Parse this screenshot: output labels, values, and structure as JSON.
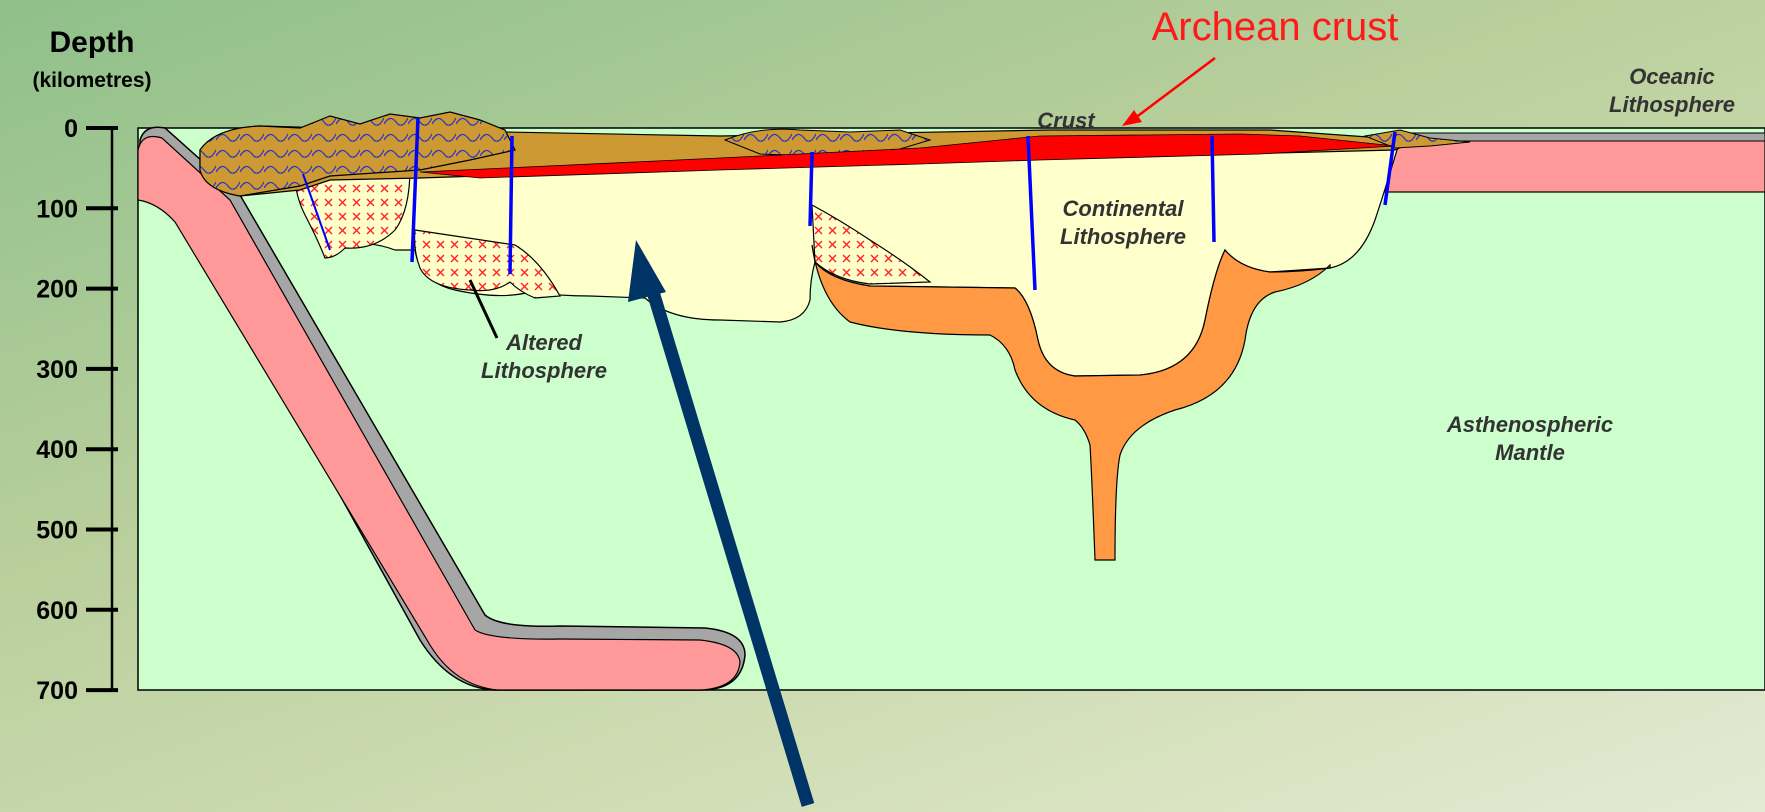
{
  "axis": {
    "title": "Depth",
    "unit": "(kilometres)",
    "ticks": [
      "0",
      "100",
      "200",
      "300",
      "400",
      "500",
      "600",
      "700"
    ]
  },
  "callout": {
    "text": "Archean crust"
  },
  "labels": {
    "crust": "Crust",
    "oceanic_lithosphere": [
      "Oceanic",
      "Lithosphere"
    ],
    "continental_lithosphere": [
      "Continental",
      "Lithosphere"
    ],
    "altered_lithosphere": [
      "Altered",
      "Lithosphere"
    ],
    "asthenospheric_mantle": [
      "Asthenospheric",
      "Mantle"
    ]
  },
  "colors": {
    "mantle": "#ccffcc",
    "lithosphere": "#ffffcc",
    "slab": "#ff9999",
    "crust_brown": "#cc9933",
    "archean_red": "#ff0000",
    "plume": "#ff9944",
    "fault_blue": "#0000ff",
    "arrow_navy": "#003366"
  }
}
